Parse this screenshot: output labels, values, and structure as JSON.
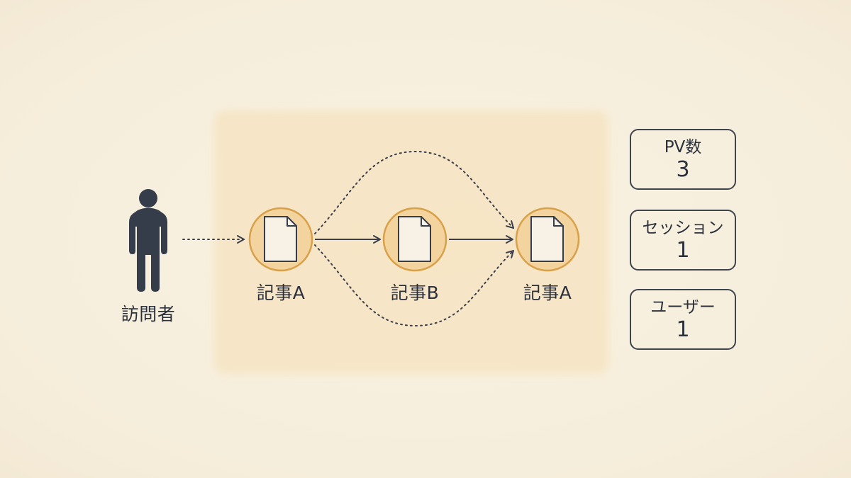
{
  "visitor": {
    "label": "訪問者",
    "icon": "person-icon"
  },
  "pages": [
    {
      "label": "記事A",
      "icon": "document-icon"
    },
    {
      "label": "記事B",
      "icon": "document-icon"
    },
    {
      "label": "記事A",
      "icon": "document-icon"
    }
  ],
  "metrics": [
    {
      "label": "PV数",
      "value": "3"
    },
    {
      "label": "セッション",
      "value": "1"
    },
    {
      "label": "ユーザー",
      "value": "1"
    }
  ],
  "colors": {
    "background": "#f8f0e0",
    "highlight": "#f6e4c2",
    "node_fill": "#f3d39e",
    "node_stroke": "#d9a04a",
    "ink": "#2b303b"
  }
}
